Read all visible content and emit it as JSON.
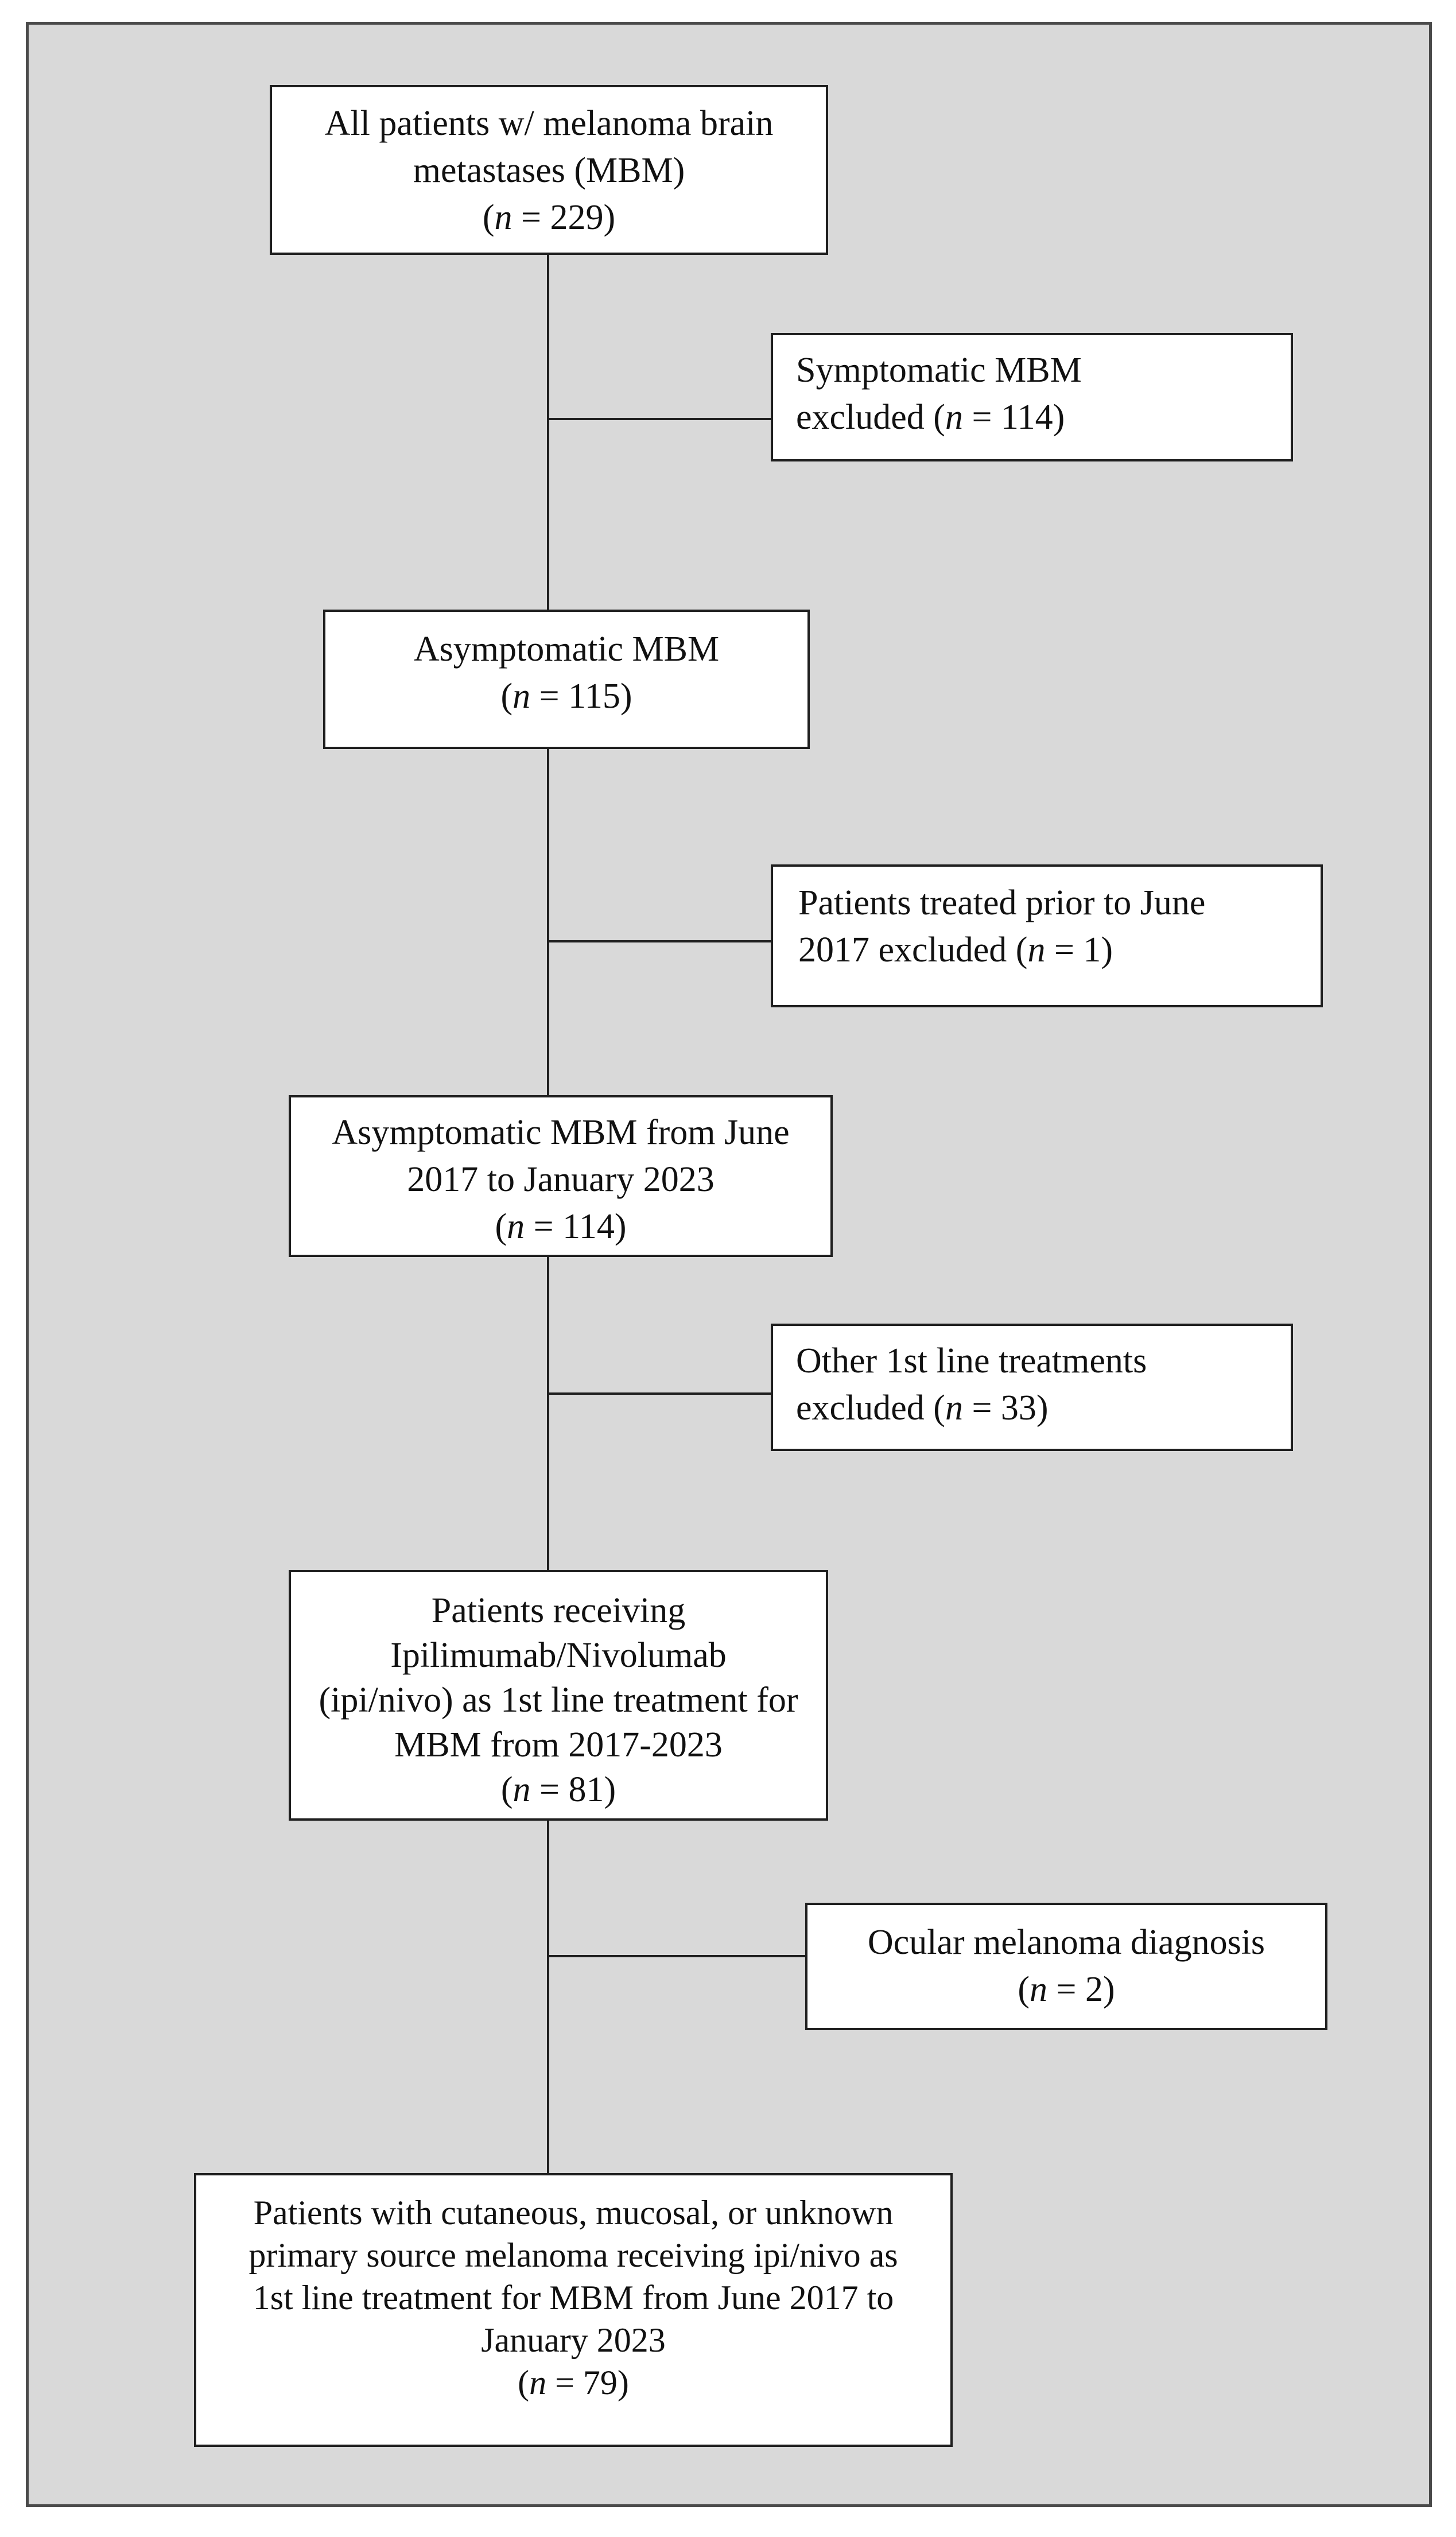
{
  "colors": {
    "panel": "#d9d9d9",
    "box": "#ffffff",
    "stroke": "#1f1f1f"
  },
  "flow": {
    "all_patients": {
      "lines": [
        "All patients w/ melanoma brain",
        "metastases (MBM)"
      ],
      "n_pre": "(",
      "n_var": "n",
      "n_post": " = 229)"
    },
    "excl_symptomatic": {
      "lines": [
        "Symptomatic MBM"
      ],
      "tail_pre": "excluded (",
      "n_var": "n",
      "n_post": " = 114)"
    },
    "asymptomatic": {
      "lines": [
        "Asymptomatic MBM"
      ],
      "n_pre": "(",
      "n_var": "n",
      "n_post": " = 115)"
    },
    "excl_prior": {
      "lines": [
        "Patients treated prior to June"
      ],
      "tail_pre": "2017 excluded (",
      "n_var": "n",
      "n_post": " = 1)"
    },
    "asymptomatic_period": {
      "lines": [
        "Asymptomatic MBM from June",
        "2017 to January 2023"
      ],
      "n_pre": "(",
      "n_var": "n",
      "n_post": " = 114)"
    },
    "excl_other": {
      "lines": [
        "Other 1st line treatments"
      ],
      "tail_pre": "excluded (",
      "n_var": "n",
      "n_post": " = 33)"
    },
    "ipi_nivo": {
      "lines": [
        "Patients receiving",
        "Ipilimumab/Nivolumab",
        "(ipi/nivo) as 1st line treatment for",
        "MBM from 2017-2023"
      ],
      "n_pre": "(",
      "n_var": "n",
      "n_post": " = 81)"
    },
    "excl_ocular": {
      "lines": [
        "Ocular melanoma diagnosis"
      ],
      "n_pre": "(",
      "n_var": "n",
      "n_post": " = 2)"
    },
    "final": {
      "lines": [
        "Patients with cutaneous, mucosal, or unknown",
        "primary source melanoma receiving ipi/nivo as",
        "1st line treatment for MBM from June 2017 to",
        "January 2023"
      ],
      "n_pre": "(",
      "n_var": "n",
      "n_post": " = 79)"
    }
  }
}
